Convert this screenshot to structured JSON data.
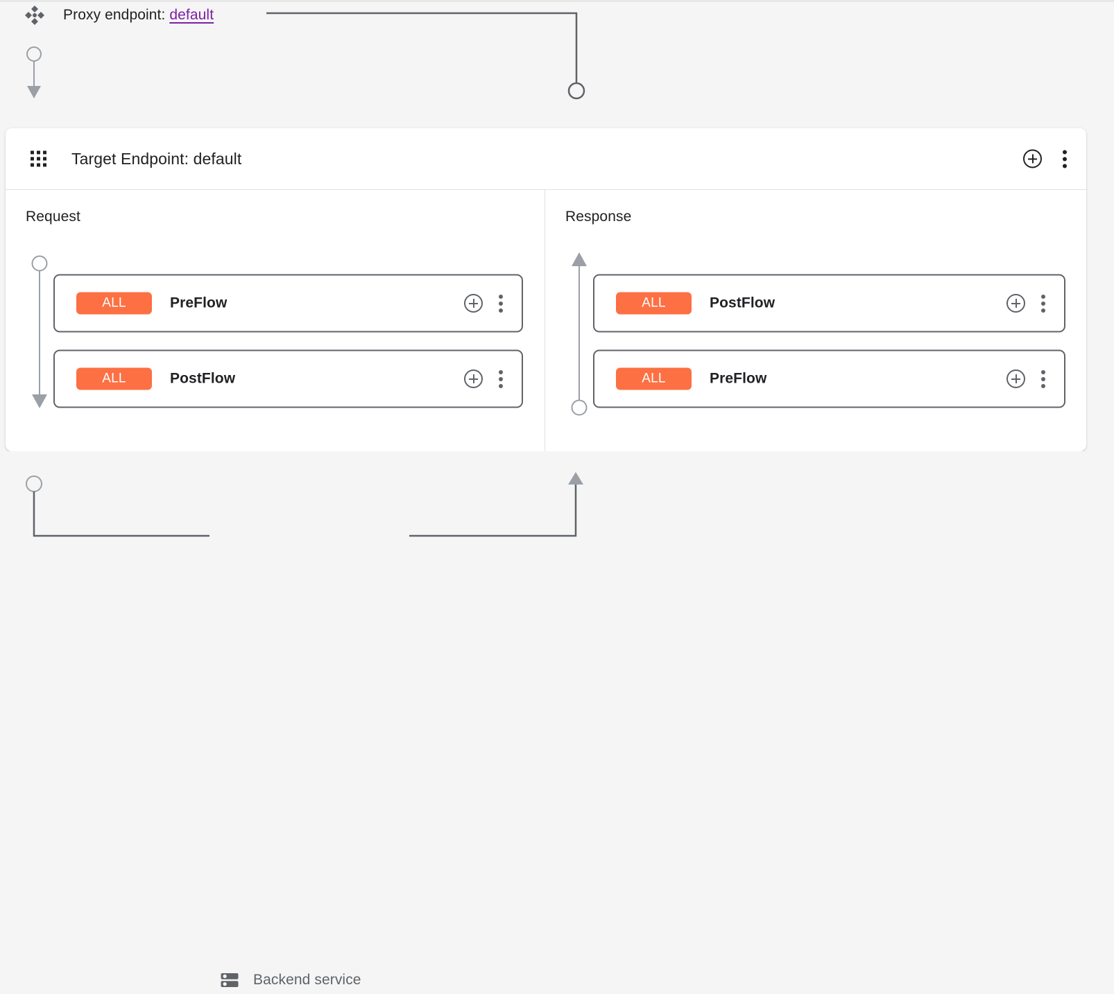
{
  "colors": {
    "page_background": "#f5f5f5",
    "card_background": "#ffffff",
    "badge_orange": "#FC7043",
    "link_purple": "#7B1FA2",
    "connector_grey": "#5f6368",
    "text_primary": "#202124",
    "divider": "#e0e0e0"
  },
  "top": {
    "proxy_icon": "proxy-endpoint-diamond-icon",
    "proxy_prefix": "Proxy endpoint:",
    "proxy_endpoint_name": "default"
  },
  "card": {
    "header": {
      "icon": "grid-dots-icon",
      "title": "Target Endpoint: default",
      "add_label": "add-icon",
      "menu_label": "more-options-icon"
    },
    "columns": [
      {
        "id": "request",
        "title": "Request",
        "direction": "down",
        "rows": [
          {
            "badge": "ALL",
            "name": "PreFlow"
          },
          {
            "badge": "ALL",
            "name": "PostFlow"
          }
        ]
      },
      {
        "id": "response",
        "title": "Response",
        "direction": "up",
        "rows": [
          {
            "badge": "ALL",
            "name": "PostFlow"
          },
          {
            "badge": "ALL",
            "name": "PreFlow"
          }
        ]
      }
    ]
  },
  "bottom": {
    "backend_icon": "server-rack-icon",
    "backend_label": "Backend service"
  }
}
